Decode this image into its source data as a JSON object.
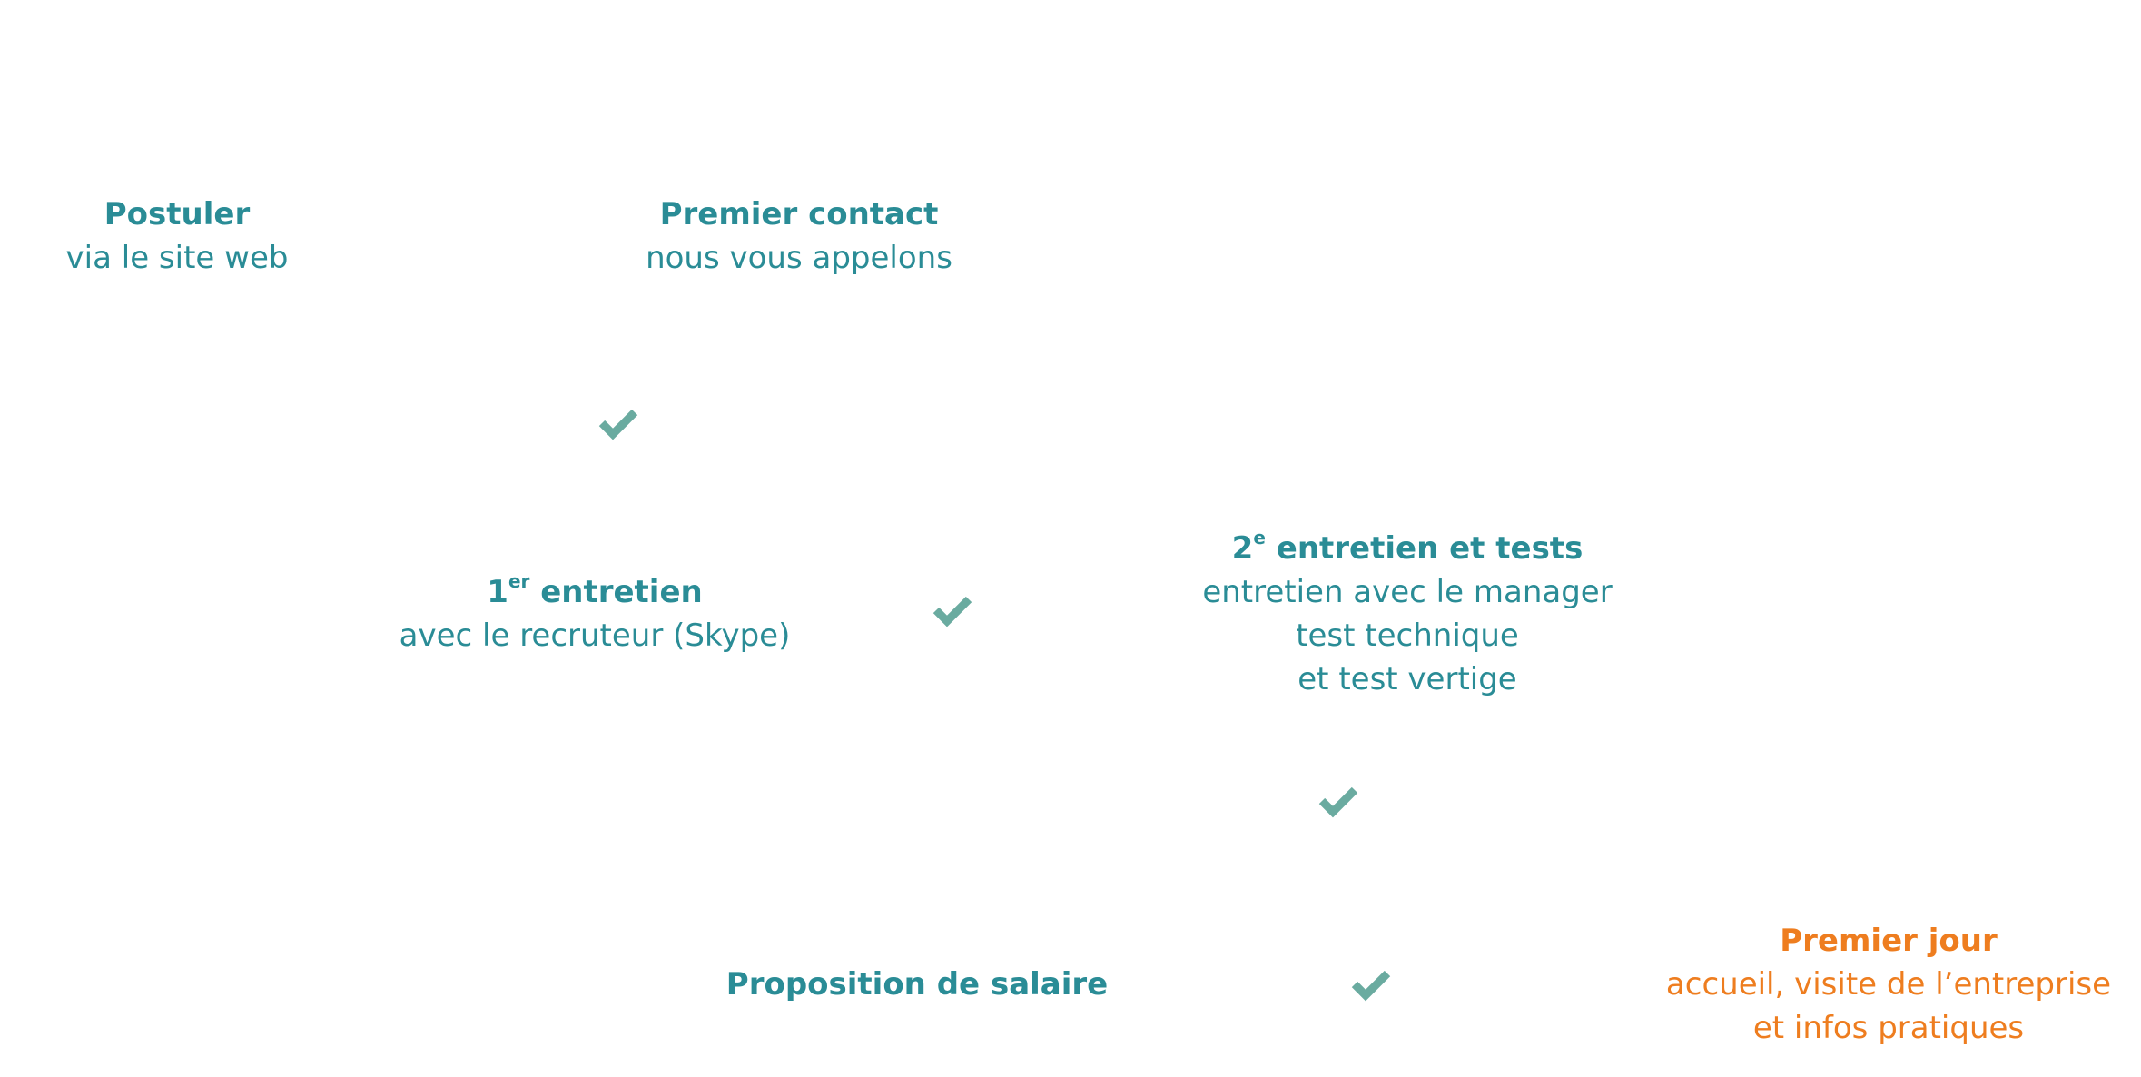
{
  "colors": {
    "teal": "#2a8c96",
    "check": "#6aaba0",
    "orange": "#ee7d1f"
  },
  "steps": {
    "postuler": {
      "title": "Postuler",
      "lines": [
        "via le site web"
      ]
    },
    "contact": {
      "title": "Premier contact",
      "lines": [
        "nous vous appelons"
      ]
    },
    "entretien1": {
      "title_num": "1",
      "title_sup": "er",
      "title_rest": " entretien",
      "lines": [
        "avec le recruteur (Skype)"
      ]
    },
    "entretien2": {
      "title_num": "2",
      "title_sup": "e",
      "title_rest": " entretien et tests",
      "lines": [
        "entretien avec le manager",
        "test technique",
        "et test vertige"
      ]
    },
    "salaire": {
      "title": "Proposition de salaire",
      "lines": []
    },
    "jour": {
      "title": "Premier jour",
      "lines": [
        "accueil, visite de l’entreprise",
        "et infos pratiques"
      ]
    }
  },
  "checks": {
    "icon": "check-icon"
  }
}
